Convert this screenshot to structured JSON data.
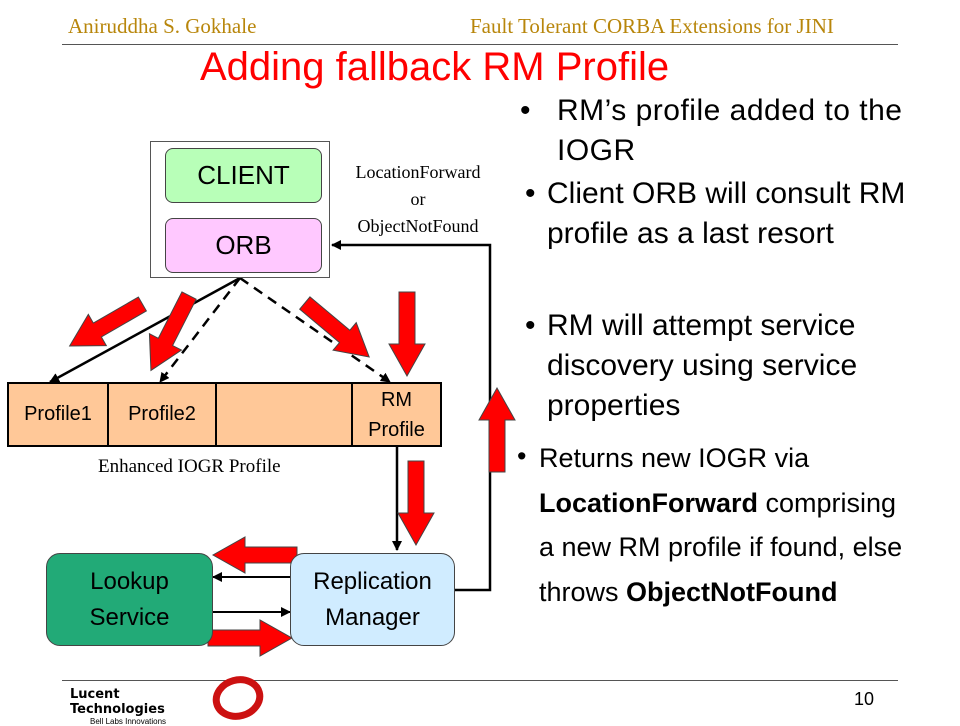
{
  "header": {
    "author": "Aniruddha S. Gokhale",
    "course": "Fault Tolerant CORBA Extensions for JINI"
  },
  "slide": {
    "title": "Adding fallback RM Profile",
    "page_number": "10"
  },
  "diagram": {
    "client_label": "CLIENT",
    "orb_label": "ORB",
    "note_line1": "LocationForward",
    "note_line2": "or",
    "note_line3": "ObjectNotFound",
    "profile1": "Profile1",
    "profile2": "Profile2",
    "rm_profile_line1": "RM",
    "rm_profile_line2": "Profile",
    "iogr_caption": "Enhanced IOGR Profile",
    "lookup_line1": "Lookup",
    "lookup_line2": "Service",
    "rm_line1": "Replication",
    "rm_line2": "Manager",
    "colors": {
      "client_fill": "#b8ffb8",
      "orb_fill": "#ffc8ff",
      "iogr_fill": "#ffc898",
      "lookup_fill": "#22aa77",
      "rm_fill": "#d0ecff",
      "arrow_red": "#ff0000"
    }
  },
  "bullets": [
    {
      "text": "RM’s profile added to the IOGR"
    },
    {
      "text": "Client ORB will consult RM profile as a last resort"
    },
    {
      "text": "RM will attempt service discovery using service properties"
    },
    {
      "part1": "Returns new IOGR via ",
      "bold1": "LocationForward",
      "part2": " comprising a new RM profile if found, else throws ",
      "bold2": "ObjectNotFound"
    }
  ],
  "footer": {
    "logo_line1": "Lucent Technologies",
    "logo_line2": "Bell Labs Innovations"
  }
}
